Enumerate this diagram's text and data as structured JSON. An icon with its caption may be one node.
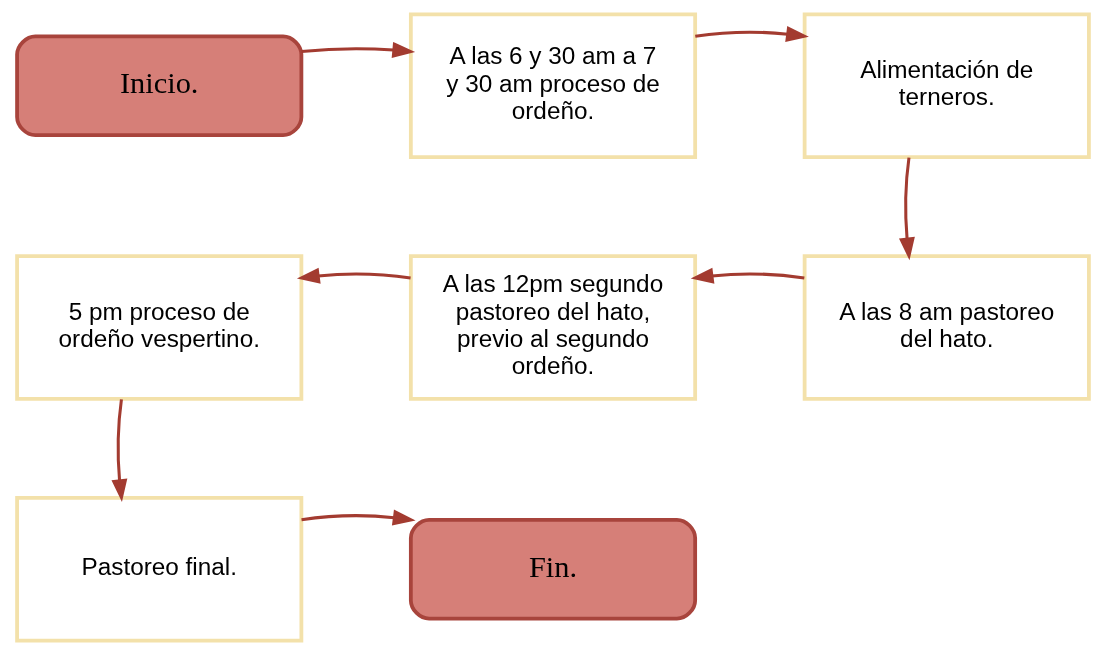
{
  "diagram": {
    "nodes": [
      {
        "text": [
          "Inicio."
        ]
      },
      {
        "text": [
          "A las 6 y 30 am a 7 y 30 am proceso de ordeño."
        ]
      },
      {
        "text": [
          "Alimentación de terneros."
        ]
      },
      {
        "text": [
          "A las 8 am pastoreo del hato."
        ]
      },
      {
        "text": [
          "A las 12pm segundo pastoreo del hato, previo al segundo ordeño."
        ]
      },
      {
        "text": [
          "5 pm proceso de ordeño vespertino."
        ]
      },
      {
        "text": [
          "Pastoreo final."
        ]
      },
      {
        "text": [
          "Fin."
        ]
      }
    ],
    "edges": [
      {
        "from": 0,
        "to": 1,
        "arrow": "to"
      },
      {
        "from": 1,
        "to": 2,
        "arrow": "to"
      },
      {
        "from": 2,
        "to": 3,
        "arrow": "to"
      },
      {
        "from": 3,
        "to": 4,
        "arrow": "to"
      },
      {
        "from": 4,
        "to": 5,
        "arrow": "to"
      },
      {
        "from": 5,
        "to": 6,
        "arrow": "to"
      },
      {
        "from": 6,
        "to": 7,
        "arrow": "to"
      }
    ]
  }
}
